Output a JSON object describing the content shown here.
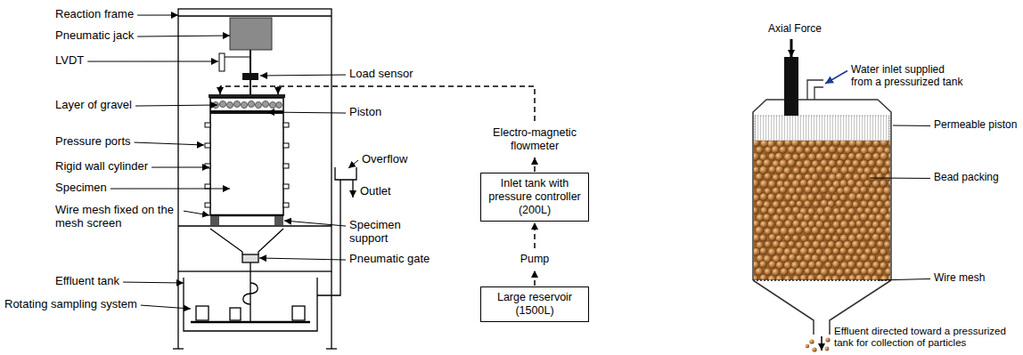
{
  "diagram": {
    "nodes": [
      {
        "text": [
          "Electro-magnetic flowmeter"
        ]
      },
      {
        "text": [
          "Inlet tank with pressure controller (200L)"
        ]
      },
      {
        "text": [
          "Pump"
        ]
      },
      {
        "text": [
          "Large reservoir (1500L)"
        ]
      }
    ],
    "edges": [
      {
        "from": 3,
        "to": 2,
        "arrow": "to"
      },
      {
        "from": 2,
        "to": 1,
        "arrow": "to"
      },
      {
        "from": 1,
        "to": 0,
        "arrow": "to"
      }
    ],
    "labels": [
      "Reaction frame",
      "Pneumatic jack",
      "LVDT",
      "Load sensor",
      "Layer of gravel",
      "Piston",
      "Pressure ports",
      "Rigid wall cylinder",
      "Specimen",
      "Wire mesh fixed on the mesh screen",
      "Overflow",
      "Outlet",
      "Specimen support",
      "Pneumatic gate",
      "Effluent tank",
      "Rotating sampling system",
      "Axial Force",
      "Water inlet supplied from a pressurized tank",
      "Permeable piston",
      "Bead packing",
      "Wire mesh",
      "Effluent directed toward a pressurized tank for collection of particles"
    ]
  }
}
